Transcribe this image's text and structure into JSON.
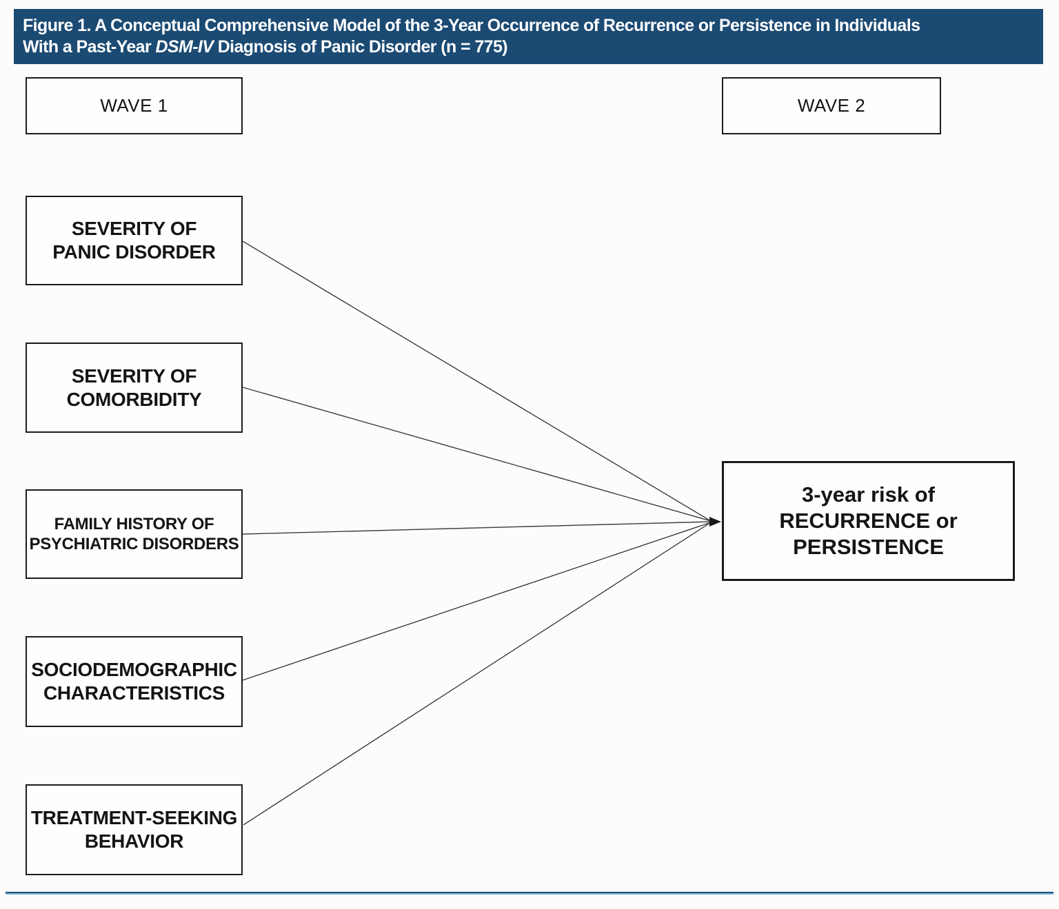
{
  "caption": {
    "line1": "Figure 1. A Conceptual Comprehensive Model of the 3-Year Occurrence of Recurrence or Persistence in Individuals",
    "line2_prefix": "With a Past-Year ",
    "line2_italic": "DSM-IV",
    "line2_suffix": " Diagnosis of Panic Disorder (n = 775)"
  },
  "diagram": {
    "wave1_label": "WAVE 1",
    "wave2_label": "WAVE 2",
    "predictors": [
      {
        "label": "SEVERITY OF\nPANIC DISORDER"
      },
      {
        "label": "SEVERITY OF\nCOMORBIDITY"
      },
      {
        "label": "FAMILY HISTORY OF\nPSYCHIATRIC DISORDERS"
      },
      {
        "label": "SOCIODEMOGRAPHIC\nCHARACTERISTICS"
      },
      {
        "label": "TREATMENT-SEEKING\nBEHAVIOR"
      }
    ],
    "outcome_label": "3-year risk of\nRECURRENCE or\nPERSISTENCE"
  },
  "colors": {
    "banner_background": "#1b4a73",
    "banner_text": "#ffffff",
    "box_border": "#1a1a1a",
    "connector": "#3c3c3c",
    "rule_dark": "#1d527b",
    "rule_light": "#7fb2d0"
  }
}
